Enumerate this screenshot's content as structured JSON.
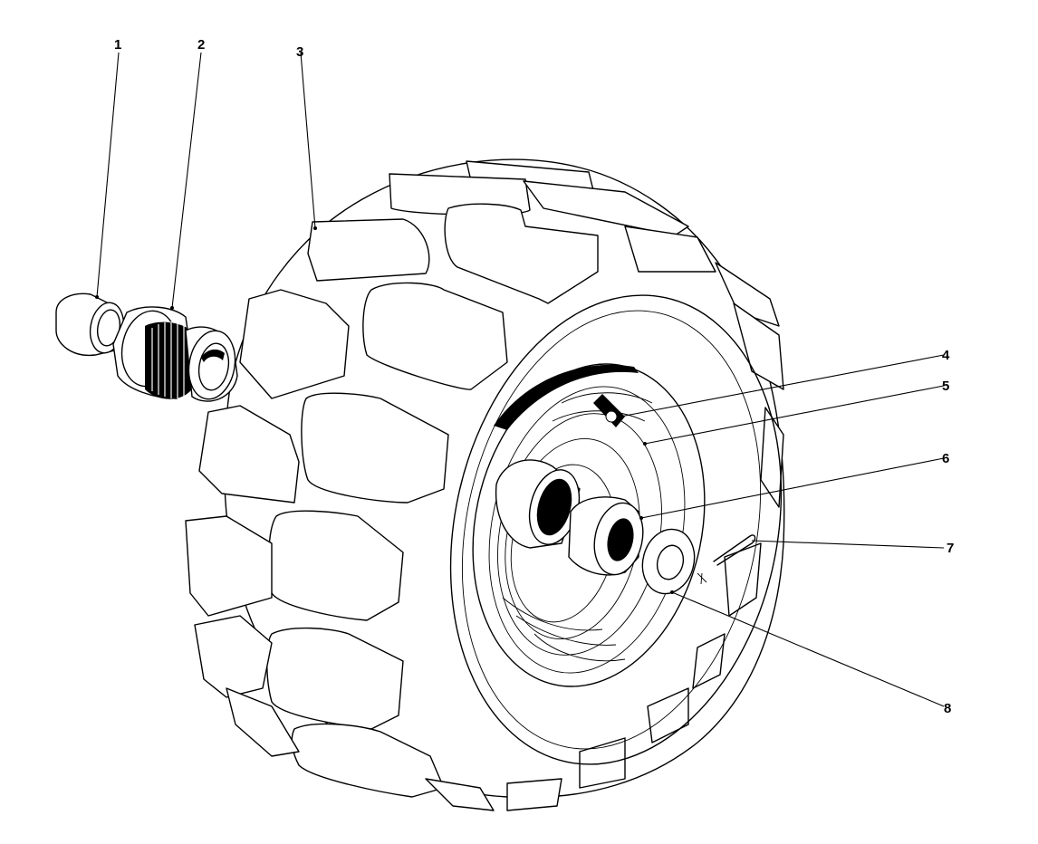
{
  "diagram": {
    "callouts": [
      {
        "id": 1,
        "label": "1"
      },
      {
        "id": 2,
        "label": "2"
      },
      {
        "id": 3,
        "label": "3"
      },
      {
        "id": 4,
        "label": "4"
      },
      {
        "id": 5,
        "label": "5"
      },
      {
        "id": 6,
        "label": "6"
      },
      {
        "id": 7,
        "label": "7"
      },
      {
        "id": 8,
        "label": "8"
      }
    ],
    "colors": {
      "ink": "#000000",
      "paper": "#ffffff"
    }
  }
}
